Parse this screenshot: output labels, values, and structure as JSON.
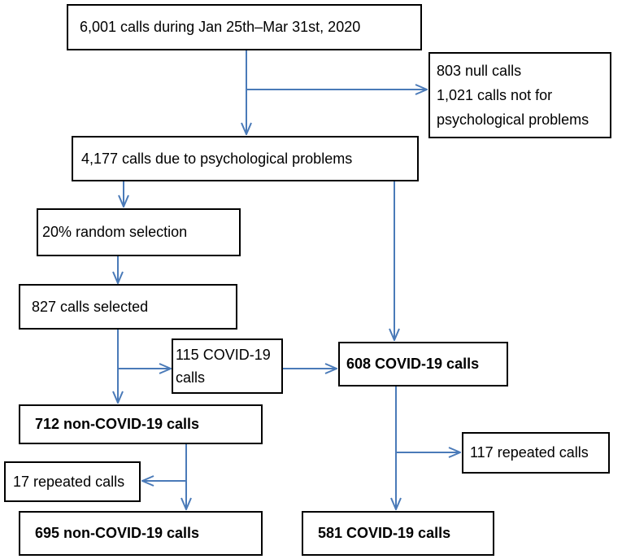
{
  "colors": {
    "arrow": "#4a7ab8",
    "box_border": "#000000",
    "text": "#000000"
  },
  "boxes": {
    "total_calls": "6,001 calls during Jan 25th–Mar 31st, 2020",
    "excluded": {
      "lines": [
        "803 null calls",
        "1,021 calls not for",
        "psychological problems"
      ]
    },
    "psych_calls": "4,177 calls due to psychological problems",
    "random_selection": "20% random selection",
    "selected": "827 calls selected",
    "covid_sub": {
      "lines": [
        "115 COVID-19",
        "calls"
      ]
    },
    "covid_total": "608 COVID-19 calls",
    "non_covid": "712 non-COVID-19 calls",
    "repeated_right": "117 repeated calls",
    "repeated_left": "17 repeated calls",
    "non_covid_final": "695 non-COVID-19 calls",
    "covid_final": "581 COVID-19 calls"
  }
}
